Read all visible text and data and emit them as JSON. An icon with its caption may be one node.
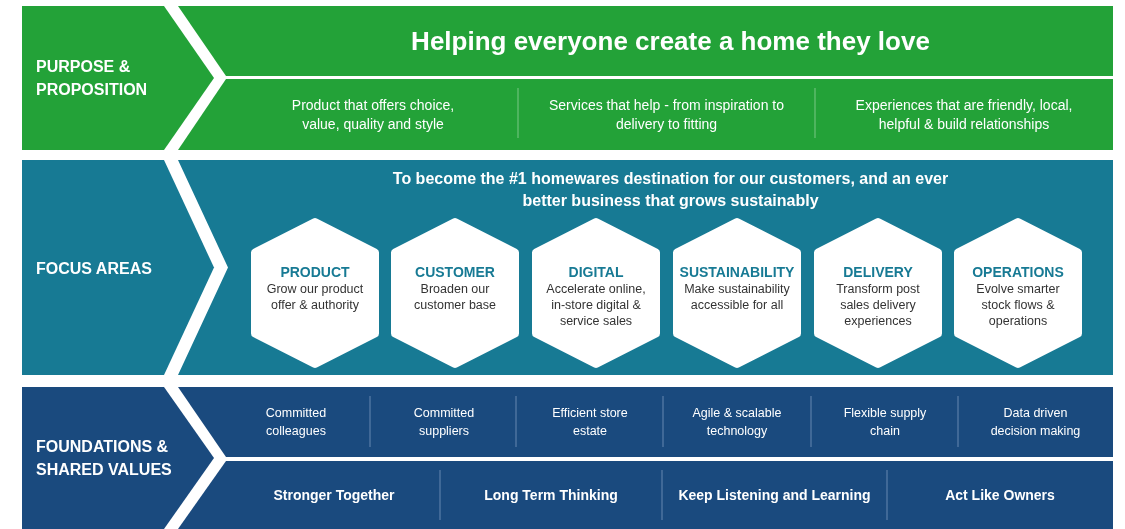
{
  "diagram": {
    "nodes": [
      {
        "text": [
          "PURPOSE & PROPOSITION"
        ]
      },
      {
        "text": [
          "Helping everyone create a home they love"
        ]
      },
      {
        "text": [
          "Product that offers choice, value, quality and style"
        ]
      },
      {
        "text": [
          "Services that help - from inspiration to delivery to fitting"
        ]
      },
      {
        "text": [
          "Experiences that are friendly, local, helpful & build relationships"
        ]
      },
      {
        "text": [
          "FOCUS  AREAS"
        ]
      },
      {
        "text": [
          "To become the #1 homewares destination for our customers, and an ever better business that grows sustainably"
        ]
      },
      {
        "text": [
          "PRODUCT",
          "Grow our product offer & authority"
        ],
        "in": 6
      },
      {
        "text": [
          "CUSTOMER",
          "Broaden our customer base"
        ],
        "in": 6
      },
      {
        "text": [
          "DIGITAL",
          "Accelerate online, in-store digital & service sales"
        ],
        "in": 6
      },
      {
        "text": [
          "SUSTAINABILITY",
          "Make sustainability accessible for all"
        ],
        "in": 6
      },
      {
        "text": [
          "DELIVERY",
          "Transform post sales delivery experiences"
        ],
        "in": 6
      },
      {
        "text": [
          "OPERATIONS",
          "Evolve smarter stock flows & operations"
        ],
        "in": 6
      },
      {
        "text": [
          "FOUNDATIONS & SHARED VALUES"
        ]
      },
      {
        "text": [
          "Committed colleagues"
        ]
      },
      {
        "text": [
          "Committed suppliers"
        ]
      },
      {
        "text": [
          "Efficient store estate"
        ]
      },
      {
        "text": [
          "Agile & scalable technology"
        ]
      },
      {
        "text": [
          "Flexible supply chain"
        ]
      },
      {
        "text": [
          "Data driven decision making"
        ]
      },
      {
        "text": [
          "Stronger Together"
        ]
      },
      {
        "text": [
          "Long Term Thinking"
        ]
      },
      {
        "text": [
          "Keep Listening and Learning"
        ]
      },
      {
        "text": [
          "Act Like Owners"
        ]
      }
    ]
  }
}
